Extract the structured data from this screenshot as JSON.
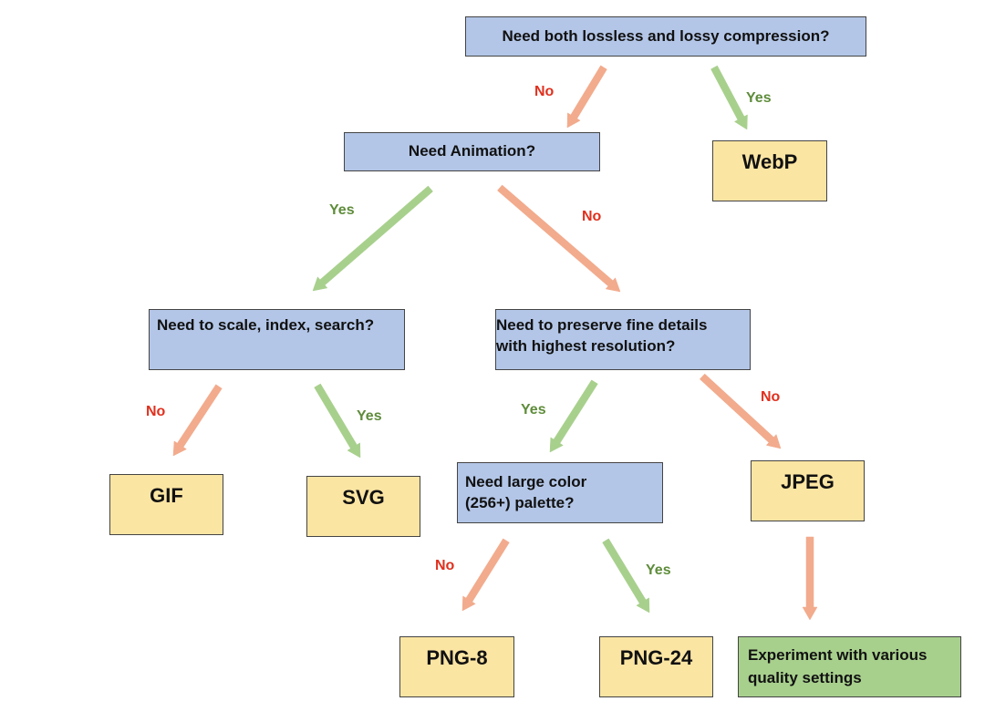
{
  "colors": {
    "question_fill": "#b3c6e7",
    "result_fill": "#fbe5a3",
    "final_fill": "#a8d08d",
    "no_arrow": "#f2ab8d",
    "yes_arrow": "#a8d08d",
    "no_label": "#e0301e",
    "yes_label": "#5e8c3a"
  },
  "nodes": {
    "q_compression": "Need both lossless and lossy compression?",
    "q_animation": "Need Animation?",
    "q_scale": "Need to scale, index, search?",
    "q_details_line1": "Need to preserve fine details",
    "q_details_line2": "with highest resolution?",
    "q_palette_line1": "Need large color",
    "q_palette_line2": "(256+) palette?",
    "r_webp": "WebP",
    "r_gif": "GIF",
    "r_svg": "SVG",
    "r_jpeg": "JPEG",
    "r_png8": "PNG-8",
    "r_png24": "PNG-24",
    "final_line1": "Experiment with various",
    "final_line2": "quality settings"
  },
  "edges": {
    "compression_no": "No",
    "compression_yes": "Yes",
    "animation_yes": "Yes",
    "animation_no": "No",
    "scale_no": "No",
    "scale_yes": "Yes",
    "details_yes": "Yes",
    "details_no": "No",
    "palette_no": "No",
    "palette_yes": "Yes"
  }
}
